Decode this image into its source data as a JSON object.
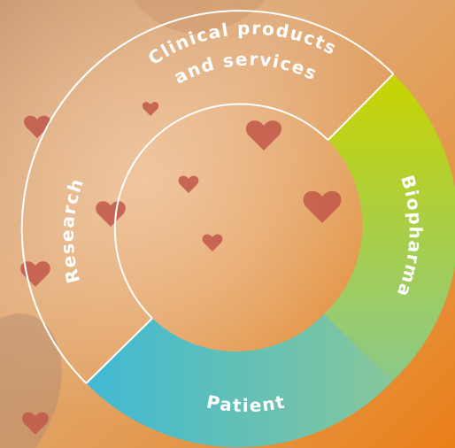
{
  "diagram": {
    "segments": [
      {
        "id": "clinical",
        "label_line1": "Clinical products",
        "label_line2": "and services"
      },
      {
        "id": "biopharma",
        "label": "Biopharma"
      },
      {
        "id": "patient",
        "label": "Patient"
      },
      {
        "id": "research",
        "label": "Research"
      }
    ]
  },
  "colors": {
    "ring_outline": "#ffffff",
    "biopharma_gradient": [
      "#c8d400",
      "#8bc98a"
    ],
    "patient_gradient": [
      "#3fb9d4",
      "#7fc4a0"
    ],
    "background_warm": "#d98a3c",
    "background_orange": "#e9821e",
    "hearts": "#c2574a"
  }
}
